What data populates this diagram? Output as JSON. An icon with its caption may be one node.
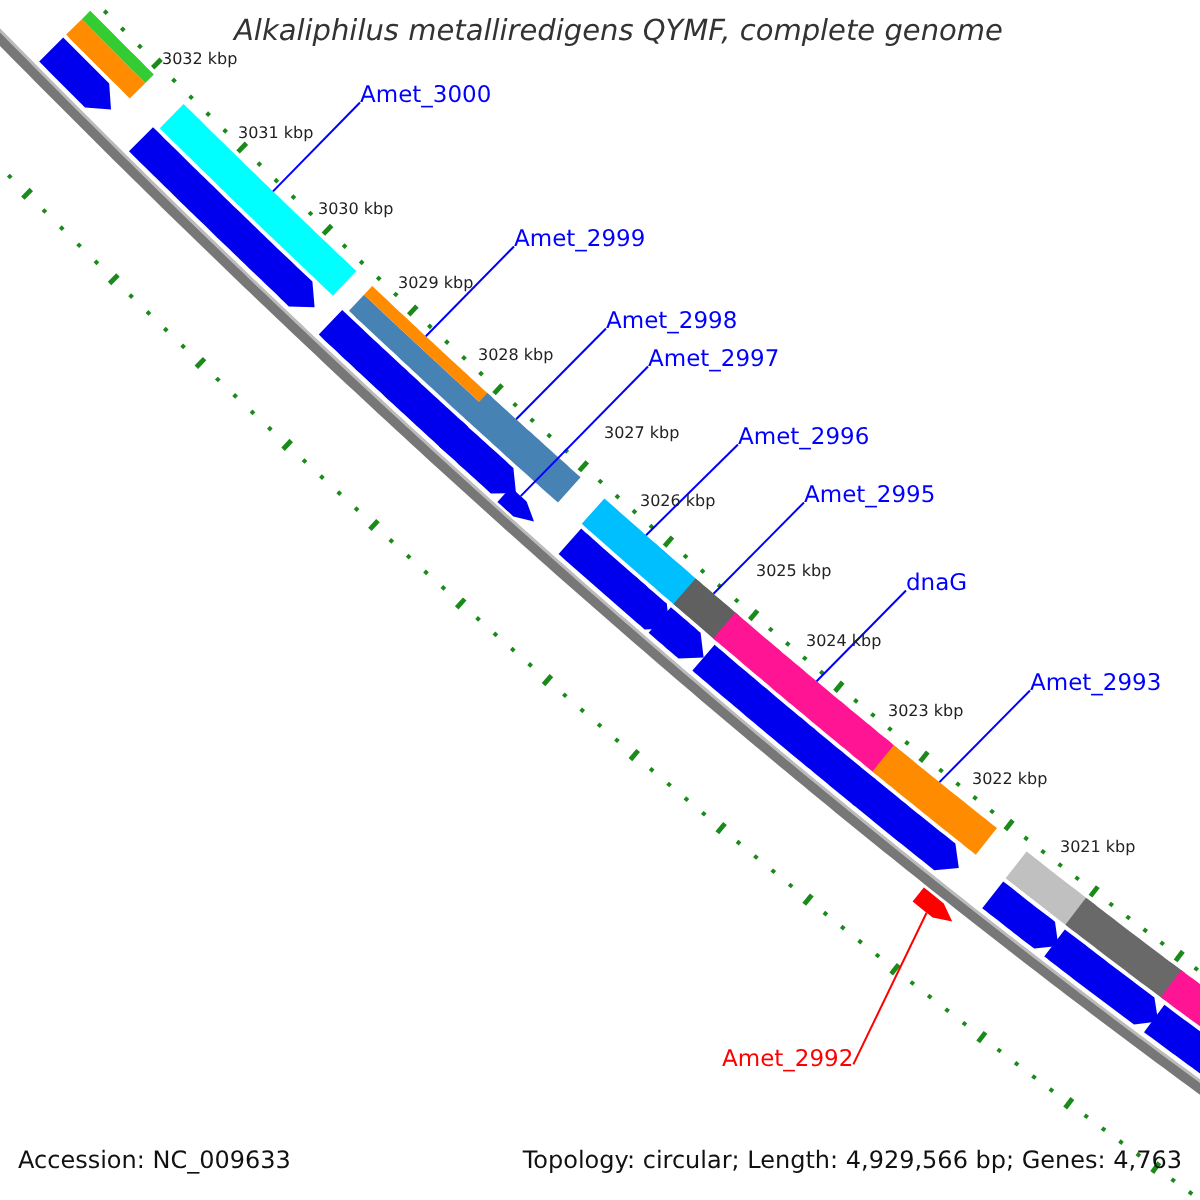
{
  "diagram": {
    "title": "Alkaliphilus metalliredigens QYMF, complete genome",
    "nodes": [
      {
        "text": [
          "Amet_3000"
        ]
      },
      {
        "text": [
          "Amet_2999"
        ]
      },
      {
        "text": [
          "Amet_2998"
        ]
      },
      {
        "text": [
          "Amet_2997"
        ]
      },
      {
        "text": [
          "Amet_2996"
        ]
      },
      {
        "text": [
          "Amet_2995"
        ]
      },
      {
        "text": [
          "dnaG"
        ]
      },
      {
        "text": [
          "Amet_2993"
        ]
      },
      {
        "text": [
          "Amet_2992"
        ]
      },
      {
        "text": [],
        "shape": "bar"
      },
      {
        "text": [],
        "shape": "bar"
      },
      {
        "text": [],
        "shape": "bar"
      },
      {
        "text": [],
        "shape": "arrow"
      },
      {
        "text": [],
        "shape": "bar"
      },
      {
        "text": [],
        "shape": "bar"
      },
      {
        "text": [],
        "shape": "bar"
      },
      {
        "text": [],
        "shape": "bar"
      },
      {
        "text": [],
        "shape": "arrow"
      },
      {
        "text": [],
        "shape": "arrow"
      }
    ],
    "edges": [
      {
        "from": 0,
        "to": 9,
        "arrow": "none"
      },
      {
        "from": 1,
        "to": 10,
        "arrow": "none"
      },
      {
        "from": 2,
        "to": 11,
        "arrow": "none"
      },
      {
        "from": 3,
        "to": 12,
        "arrow": "none"
      },
      {
        "from": 4,
        "to": 13,
        "arrow": "none"
      },
      {
        "from": 5,
        "to": 14,
        "arrow": "none"
      },
      {
        "from": 6,
        "to": 15,
        "arrow": "none"
      },
      {
        "from": 7,
        "to": 16,
        "arrow": "none"
      },
      {
        "from": 8,
        "to": 17,
        "arrow": "none",
        "color": "#ff0000"
      }
    ],
    "labels": [
      "3032 kbp",
      "3031 kbp",
      "3030 kbp",
      "3029 kbp",
      "3028 kbp",
      "3027 kbp",
      "3026 kbp",
      "3025 kbp",
      "3024 kbp",
      "3023 kbp",
      "3022 kbp",
      "3021 kbp",
      "Accession: NC_009633",
      "Topology: circular; Length: 4,929,566 bp; Genes: 4,763"
    ]
  }
}
